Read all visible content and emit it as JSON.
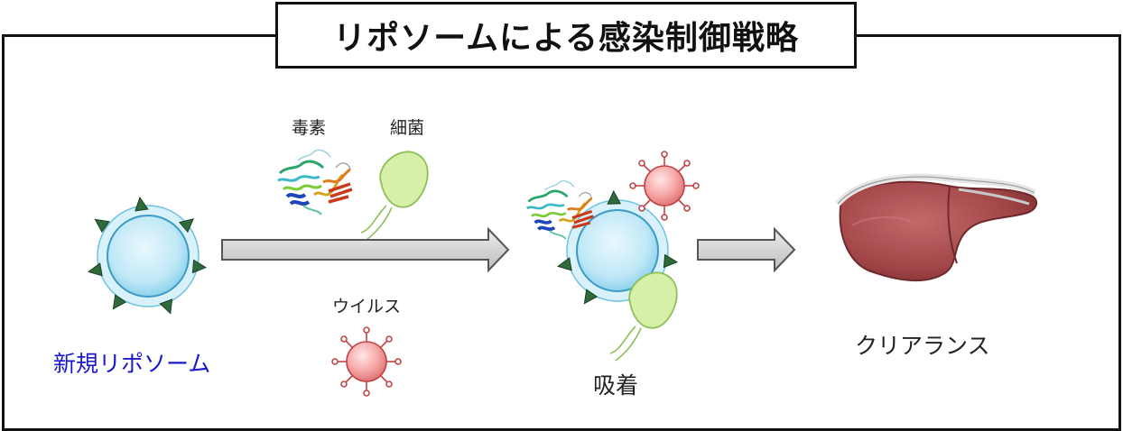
{
  "title": "リポソームによる感染制御戦略",
  "labels": {
    "toxin": "毒素",
    "bacteria": "細菌",
    "virus": "ウイルス",
    "new_liposome": "新規リポソーム",
    "adsorption": "吸着",
    "clearance": "クリアランス"
  },
  "colors": {
    "frame": "#111111",
    "liposome": "#bfe8f7",
    "liposome_edge": "#5ab8d8",
    "ligand": "#2f6b3a",
    "virus": "#f7a8a8",
    "virus_edge": "#c24545",
    "bacteria": "#d6f0a8",
    "arrow": "#d0d0d0",
    "liver": "#a8484b",
    "label_blue": "#1a1acc"
  }
}
